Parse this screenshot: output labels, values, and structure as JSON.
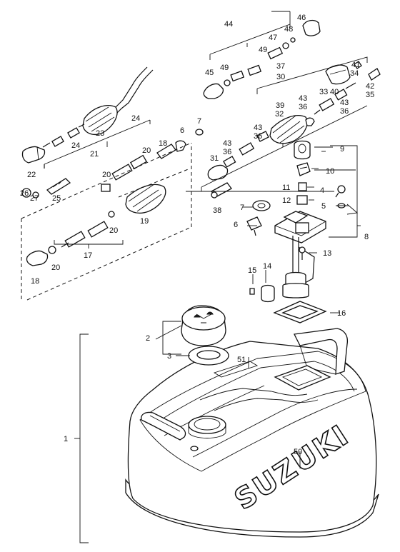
{
  "diagram": {
    "brand_logo": "SUZUKI",
    "callouts": [
      {
        "id": "c1",
        "text": "1"
      },
      {
        "id": "c2",
        "text": "2"
      },
      {
        "id": "c3",
        "text": "3"
      },
      {
        "id": "c4",
        "text": "4"
      },
      {
        "id": "c5",
        "text": "5"
      },
      {
        "id": "c6a",
        "text": "6"
      },
      {
        "id": "c6b",
        "text": "6"
      },
      {
        "id": "c7a",
        "text": "7"
      },
      {
        "id": "c7b",
        "text": "7"
      },
      {
        "id": "c8",
        "text": "8"
      },
      {
        "id": "c9",
        "text": "9"
      },
      {
        "id": "c10",
        "text": "10"
      },
      {
        "id": "c11",
        "text": "11"
      },
      {
        "id": "c12",
        "text": "12"
      },
      {
        "id": "c13",
        "text": "13"
      },
      {
        "id": "c14",
        "text": "14"
      },
      {
        "id": "c15",
        "text": "15"
      },
      {
        "id": "c16",
        "text": "16"
      },
      {
        "id": "c17",
        "text": "17"
      },
      {
        "id": "c18a",
        "text": "18"
      },
      {
        "id": "c18b",
        "text": "18"
      },
      {
        "id": "c19",
        "text": "19"
      },
      {
        "id": "c20a",
        "text": "20"
      },
      {
        "id": "c20b",
        "text": "20"
      },
      {
        "id": "c20c",
        "text": "20"
      },
      {
        "id": "c20d",
        "text": "20"
      },
      {
        "id": "c21",
        "text": "21"
      },
      {
        "id": "c22",
        "text": "22"
      },
      {
        "id": "c23",
        "text": "23"
      },
      {
        "id": "c24a",
        "text": "24"
      },
      {
        "id": "c24b",
        "text": "24"
      },
      {
        "id": "c25",
        "text": "25"
      },
      {
        "id": "c26",
        "text": "26"
      },
      {
        "id": "c27",
        "text": "27"
      },
      {
        "id": "c30",
        "text": "30"
      },
      {
        "id": "c31",
        "text": "31"
      },
      {
        "id": "c32",
        "text": "32"
      },
      {
        "id": "c33",
        "text": "33"
      },
      {
        "id": "c34",
        "text": "34"
      },
      {
        "id": "c35",
        "text": "35"
      },
      {
        "id": "c36a",
        "text": "36"
      },
      {
        "id": "c36b",
        "text": "36"
      },
      {
        "id": "c36c",
        "text": "36"
      },
      {
        "id": "c36d",
        "text": "36"
      },
      {
        "id": "c37",
        "text": "37"
      },
      {
        "id": "c38",
        "text": "38"
      },
      {
        "id": "c39",
        "text": "39"
      },
      {
        "id": "c40",
        "text": "40"
      },
      {
        "id": "c41",
        "text": "41"
      },
      {
        "id": "c42",
        "text": "42"
      },
      {
        "id": "c43a",
        "text": "43"
      },
      {
        "id": "c43b",
        "text": "43"
      },
      {
        "id": "c43c",
        "text": "43"
      },
      {
        "id": "c43d",
        "text": "43"
      },
      {
        "id": "c44",
        "text": "44"
      },
      {
        "id": "c45",
        "text": "45"
      },
      {
        "id": "c46",
        "text": "46"
      },
      {
        "id": "c47",
        "text": "47"
      },
      {
        "id": "c48",
        "text": "48"
      },
      {
        "id": "c49a",
        "text": "49"
      },
      {
        "id": "c49b",
        "text": "49"
      },
      {
        "id": "c50",
        "text": "50"
      },
      {
        "id": "c51",
        "text": "51"
      }
    ]
  }
}
